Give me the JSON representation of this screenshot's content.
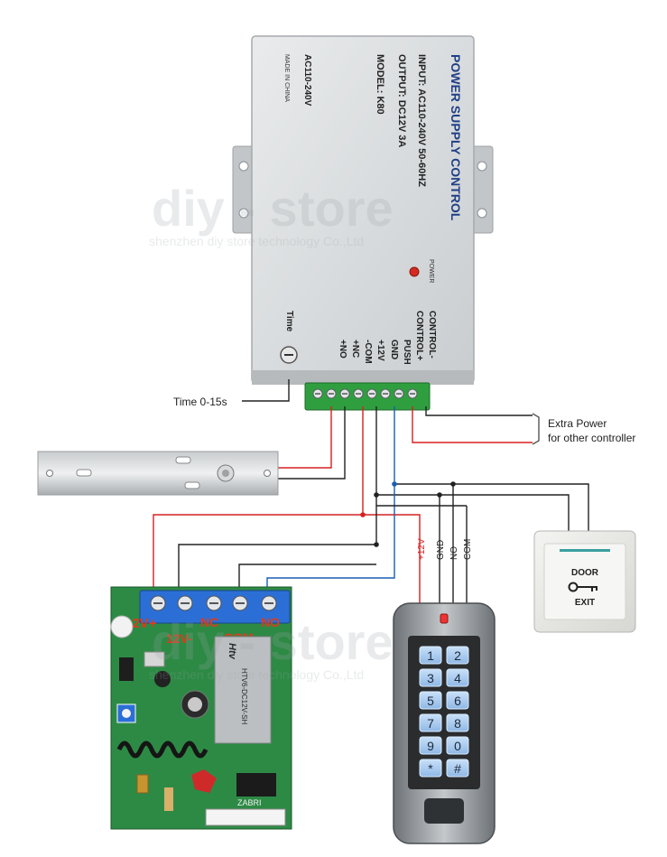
{
  "psu": {
    "title": "POWER SUPPLY CONTROL",
    "input": "INPUT: AC110-240V 50-60HZ",
    "output": "OUTPUT: DC12V  3A",
    "model": "MODEL: K80",
    "ac": "AC110-240V",
    "made": "MADE IN CHINA",
    "power_label": "POWER",
    "time_label": "Time",
    "terminals": [
      "CONTROL-",
      "CONTROL+",
      "PUSH",
      "GND",
      "+12V",
      "-COM",
      "+NC",
      "+NO"
    ]
  },
  "annotations": {
    "time_range": "Time 0-15s",
    "extra_power_line1": "Extra Power",
    "extra_power_line2": "for other controller"
  },
  "keypad_wires": [
    "+12V",
    "GND",
    "NO",
    "COM"
  ],
  "exit_button": {
    "line1": "DOOR",
    "line2": "EXIT"
  },
  "relay_board": {
    "term_12v_top": "12V+",
    "term_12v_bottom": "12V-",
    "term_nc": "NC",
    "term_com": "COM",
    "term_no": "NO",
    "relay_text": "HTV6-DC12V-SH",
    "relay_brand": "Htv",
    "chip_text": "ZABRI"
  },
  "keypad": {
    "keys": [
      "1",
      "2",
      "3",
      "4",
      "5",
      "6",
      "7",
      "8",
      "9",
      "0",
      "*",
      "#"
    ]
  },
  "watermark": {
    "main": "diy - store",
    "sub": "shenzhen diy store technology Co.,Ltd"
  },
  "colors": {
    "red_wire": "#d62020",
    "blue_wire": "#1a5fb4",
    "black_wire": "#222222",
    "terminal_green": "#2f9e3f"
  }
}
